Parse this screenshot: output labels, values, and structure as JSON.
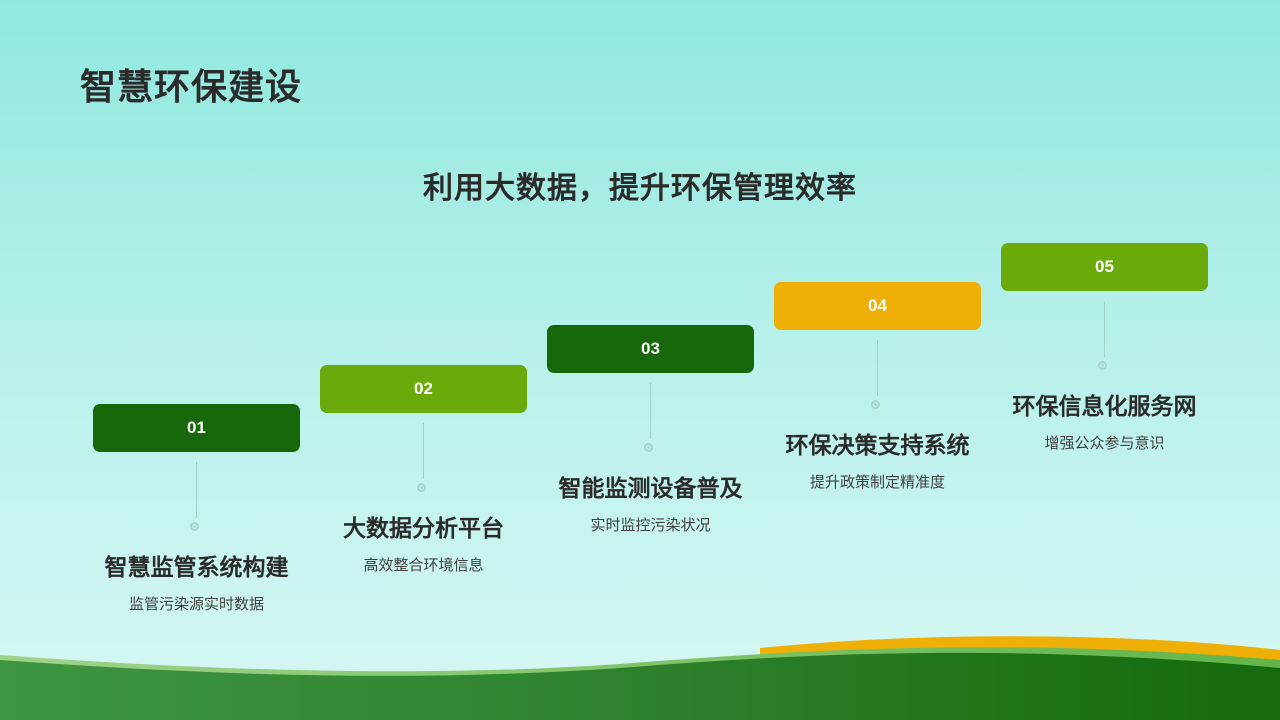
{
  "header": {
    "title": "智慧环保建设"
  },
  "main": {
    "subtitle": "利用大数据，提升环保管理效率",
    "steps": [
      {
        "number": "01",
        "heading": "智慧监管系统构建",
        "description": "监管污染源实时数据",
        "color": "#17680a"
      },
      {
        "number": "02",
        "heading": "大数据分析平台",
        "description": "高效整合环境信息",
        "color": "#6aab0b"
      },
      {
        "number": "03",
        "heading": "智能监测设备普及",
        "description": "实时监控污染状况",
        "color": "#17680a"
      },
      {
        "number": "04",
        "heading": "环保决策支持系统",
        "description": "提升政策制定精准度",
        "color": "#eeb006"
      },
      {
        "number": "05",
        "heading": "环保信息化服务网",
        "description": "增强公众参与意识",
        "color": "#6aab0b"
      }
    ]
  },
  "colors": {
    "dark_green": "#17680a",
    "light_green": "#6aab0b",
    "yellow": "#eeb006",
    "wave_green": "#3c8e36"
  }
}
